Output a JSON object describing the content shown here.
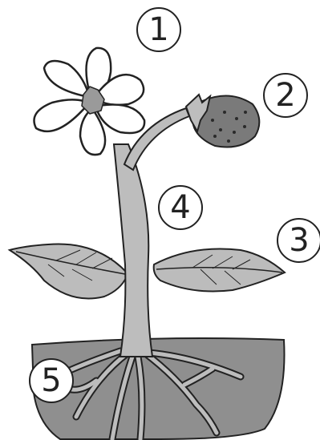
{
  "labels": {
    "flower": "1",
    "fruit": "2",
    "leaf": "3",
    "stem": "4",
    "roots": "5"
  },
  "colors": {
    "outline": "#222222",
    "soil": "#8f8f8f",
    "stem": "#bdbdbd",
    "leaf": "#bcbcbc",
    "fruit": "#7a7a7a",
    "flower_center": "#9a9a9a",
    "background": "#ffffff"
  }
}
